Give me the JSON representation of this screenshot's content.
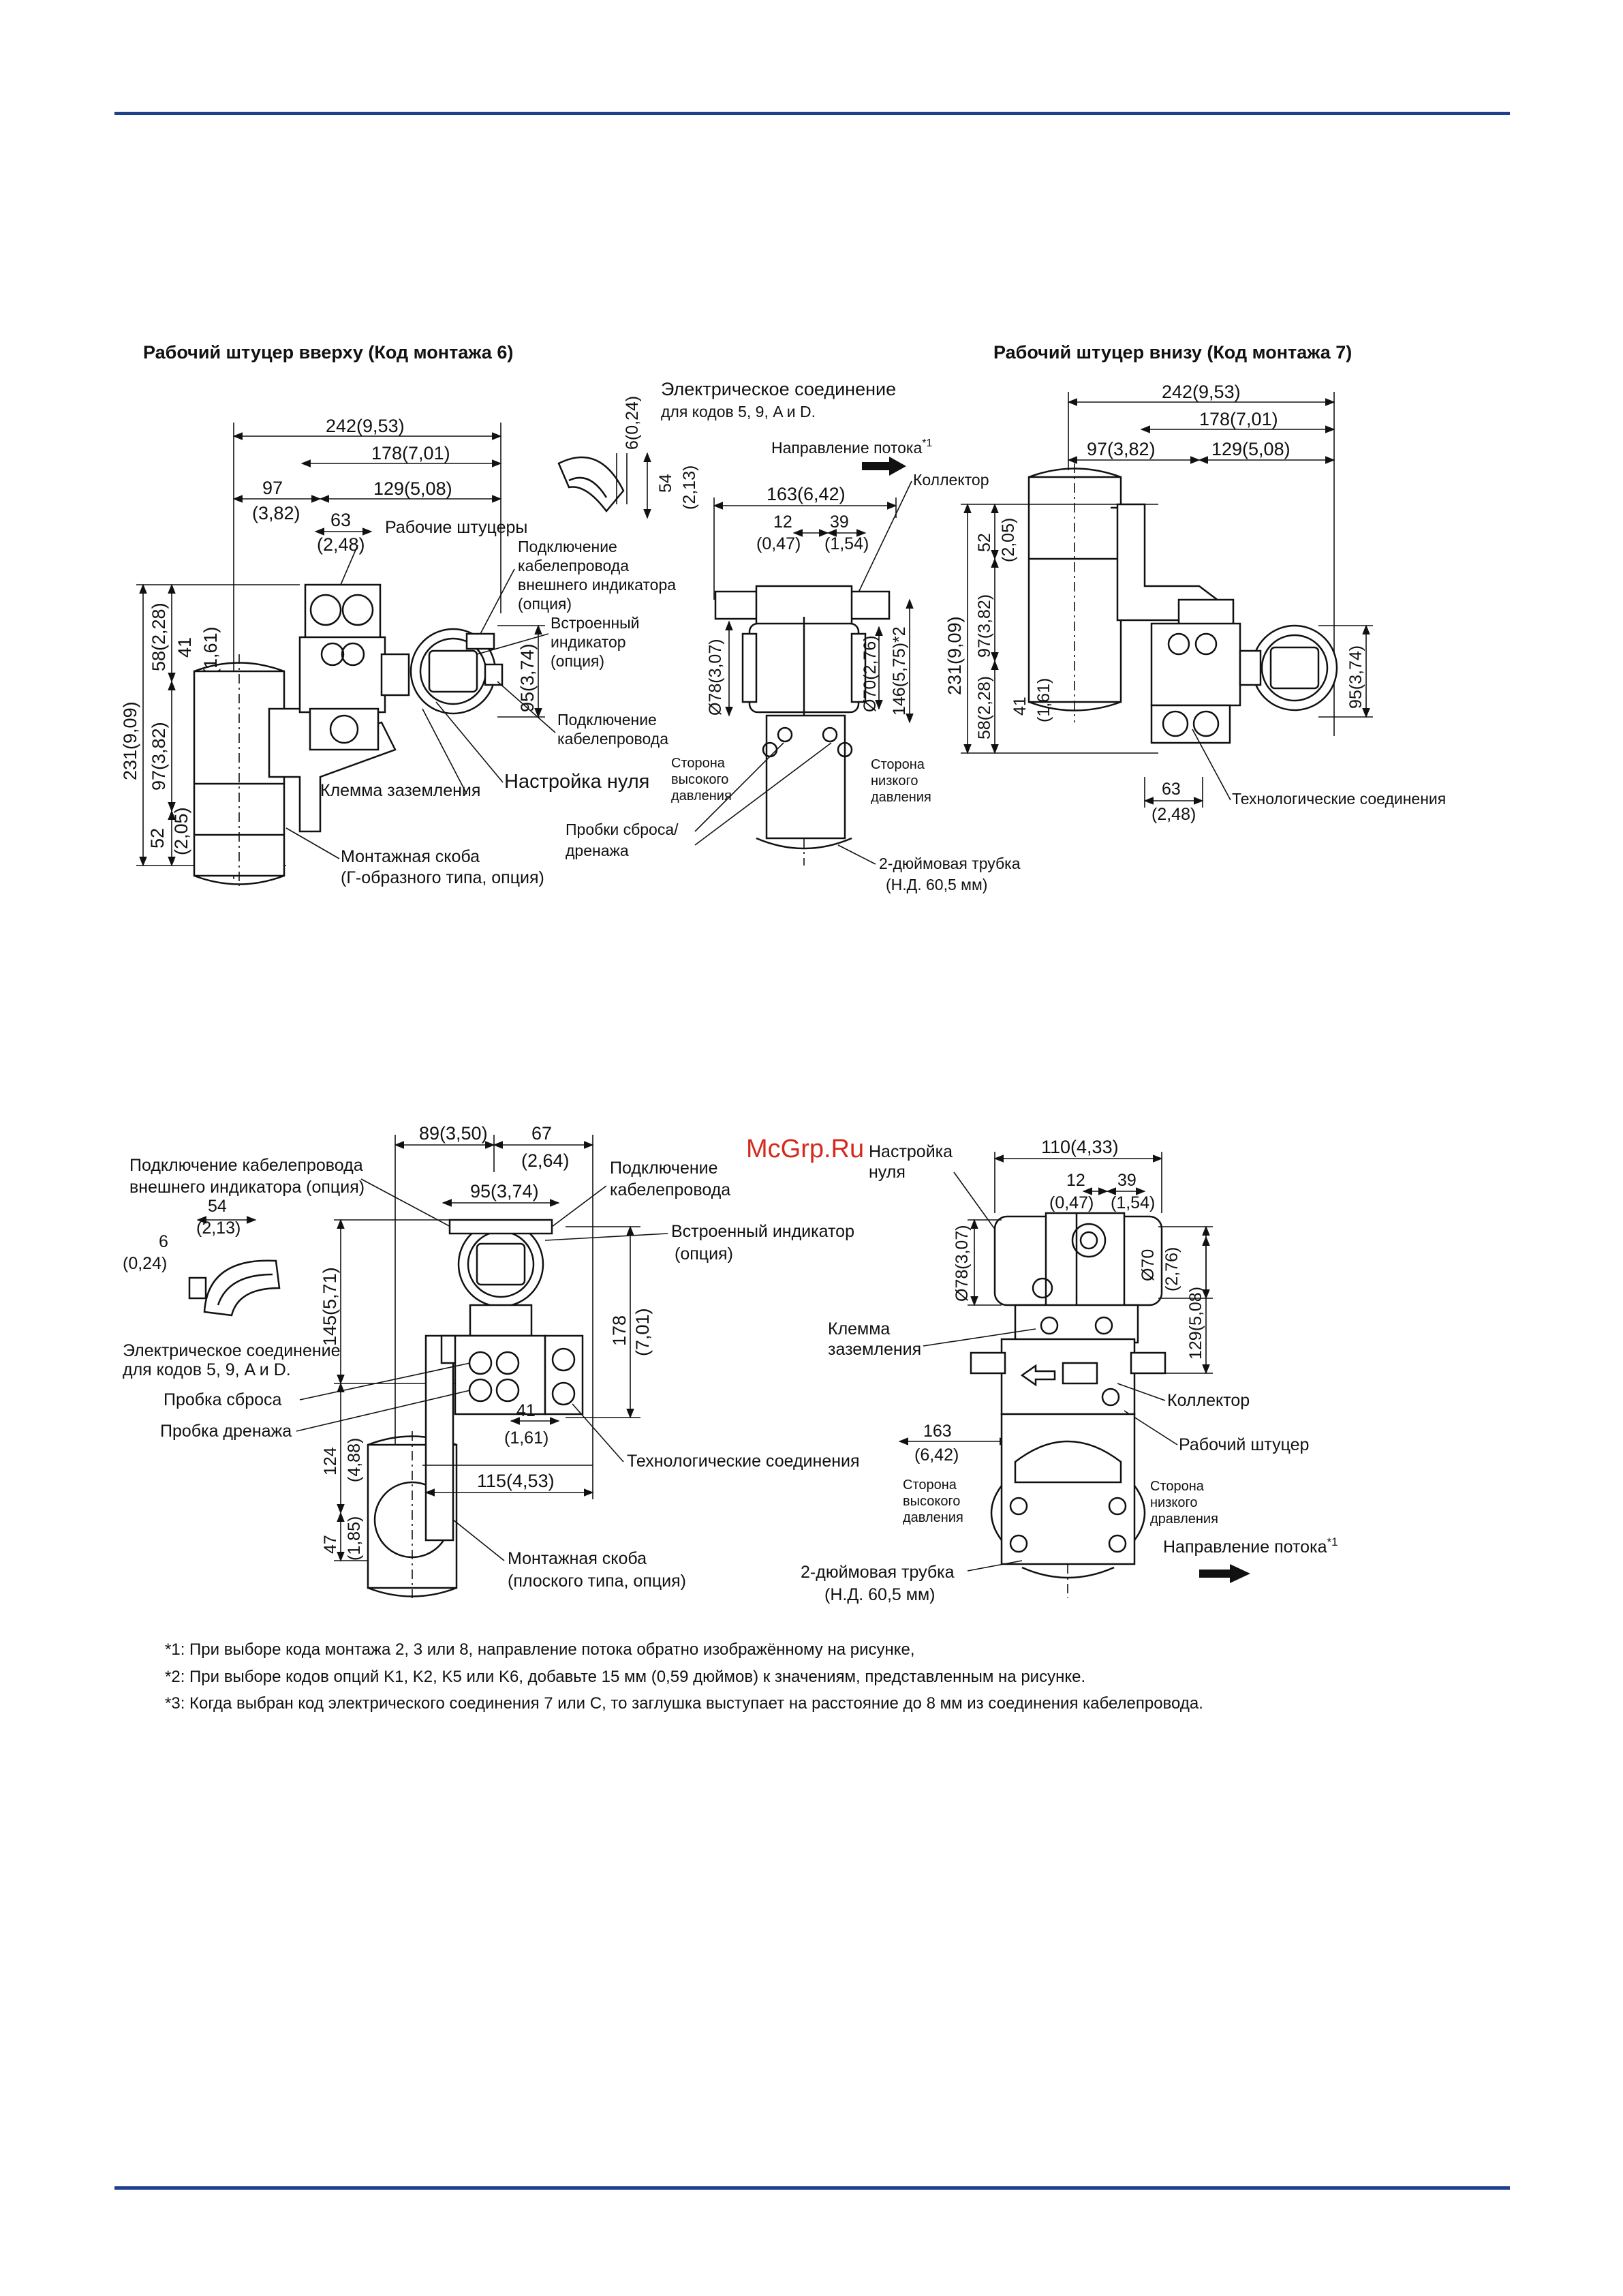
{
  "titles": {
    "fig6": "Рабочий штуцер вверху (Код монтажа 6)",
    "fig7": "Рабочий штуцер внизу (Код монтажа 7)"
  },
  "watermark": "McGrp.Ru",
  "dims": {
    "d242": "242(9,53)",
    "d178": "178(7,01)",
    "d129": "129(5,08)",
    "d97_h": "97(3,82)",
    "d97": "97",
    "d382": "(3,82)",
    "d63": "63",
    "d248": "(2,48)",
    "d41": "41",
    "d161": "(1,61)",
    "d58v": "58(2,28)",
    "d97v": "97(3,82)",
    "d231v": "231(9,09)",
    "d52": "52",
    "d205": "(2,05)",
    "d95v": "95(3,74)",
    "d6v": "6(0,24)",
    "d54": "54",
    "d213": "(2,13)",
    "d163": "163(6,42)",
    "d12": "12",
    "d39": "39",
    "d047": "(0,47)",
    "d154": "(1,54)",
    "d78v": "Ø78(3,07)",
    "d70v": "Ø70(2,76)",
    "d146v": "146(5,75)*2",
    "d89": "89(3,50)",
    "d67": "67",
    "d264": "(2,64)",
    "d95h": "95(3,74)",
    "d54b": "54",
    "d213b": "(2,13)",
    "d6": "6",
    "d024": "(0,24)",
    "d145v": "145(5,71)",
    "d178v": "178",
    "d701v": "(7,01)",
    "d124": "124",
    "d488": "(4,88)",
    "d47": "47",
    "d185": "(1,85)",
    "d41b": "41",
    "d161b": "(1,61)",
    "d115": "115(4,53)",
    "d110": "110(4,33)",
    "d12b": "12",
    "d39b": "39",
    "d047b": "(0,47)",
    "d154b": "(1,54)",
    "d78vb": "Ø78(3,07)",
    "d70": "Ø70",
    "d276": "(2,76)",
    "d129vb": "129(5,08)",
    "d163b": "163",
    "d642": "(6,42)"
  },
  "labels": {
    "process_ports": "Рабочие штуцеры",
    "ext_conduit_1": "Подключение",
    "ext_conduit_2": "кабелепровода",
    "ext_conduit_3": "внешнего индикатора",
    "ext_conduit_4": "(опция)",
    "indicator_1": "Встроенный",
    "indicator_2": "индикатор",
    "indicator_3": "(опция)",
    "conduit_1": "Подключение",
    "conduit_2": "кабелепровода",
    "ground": "Клемма заземления",
    "zero": "Настройка нуля",
    "bracket_1": "Монтажная скоба",
    "bracket_2": "(Г-образного типа, опция)",
    "elec_1": "Электрическое соединение",
    "elec_2": "для кодов 5, 9, A и D.",
    "flow": "Направление потока",
    "flow_sup": "*1",
    "manifold": "Коллектор",
    "hp_1": "Сторона",
    "hp_2": "высокого",
    "hp_3": "давления",
    "lp_1": "Сторона",
    "lp_2": "низкого",
    "lp_3": "давления",
    "plugs_1": "Пробки сброса/",
    "plugs_2": "дренажа",
    "pipe_1": "2-дюймовая трубка",
    "pipe_2": "(Н.Д. 60,5 мм)",
    "proc_conn": "Технологические соединения",
    "b_ext_1": "Подключение кабелепровода",
    "b_ext_2": "внешнего индикатора (опция)",
    "b_elec_1": "Электрическое соединение",
    "b_elec_2": "для кодов 5, 9, A и D.",
    "b_vent": "Пробка сброса",
    "b_drain": "Пробка дренажа",
    "b_conduit_1": "Подключение",
    "b_conduit_2": "кабелепровода",
    "b_ind_1": "Встроенный индикатор",
    "b_ind_2": "(опция)",
    "b_proc": "Технологические соединения",
    "b_bracket_1": "Монтажная скоба",
    "b_bracket_2": "(плоского типа, опция)",
    "r_zero_1": "Настройка",
    "r_zero_2": "нуля",
    "r_ground_1": "Клемма",
    "r_ground_2": "заземления",
    "r_manifold": "Коллектор",
    "r_port": "Рабочий штуцер",
    "r_hp_1": "Сторона",
    "r_hp_2": "высокого",
    "r_hp_3": "давления",
    "r_lp_1": "Сторона",
    "r_lp_2": "низкого",
    "r_lp_3": "дравления",
    "r_flow": "Направление потока",
    "r_flow_sup": "*1",
    "r_pipe_1": "2-дюймовая трубка",
    "r_pipe_2": "(Н.Д. 60,5 мм)"
  },
  "notes": [
    "*1:  При выборе кода монтажа 2, 3 или 8, направление потока обратно изображённому на рисунке,",
    "*2:  При выборе кодов опций K1, K2, K5 или K6, добавьте 15 мм (0,59 дюймов) к значениям, представленным на рисунке.",
    "*3:  Когда выбран код электрического соединения 7 или C, то заглушка выступает на расстояние до 8 мм из соединения кабелепровода."
  ],
  "colors": {
    "rule": "#1f3f8f",
    "watermark": "#d42a1e"
  }
}
